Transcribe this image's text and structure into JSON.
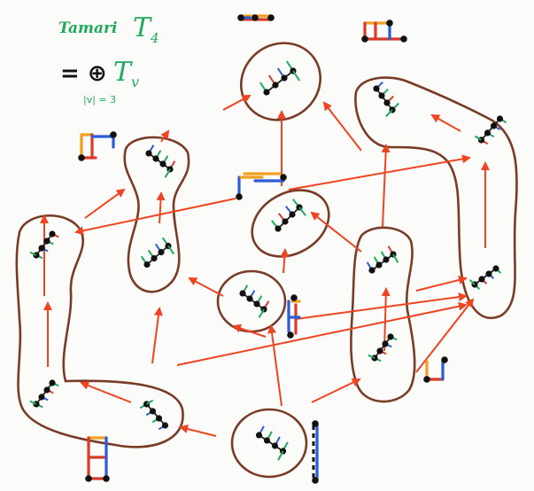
{
  "header": {
    "title": "Tamari",
    "symbol": "T",
    "symbol_index": "4"
  },
  "formula": {
    "equals": "=",
    "oplus": "⊕",
    "symbol": "T",
    "subscript": "v",
    "condition": "|v| = 3"
  },
  "colors": {
    "background": "#fbfbf9",
    "blob": "#7a3b26",
    "arrow": "#ee4422",
    "edge_green": "#1faa5a",
    "edge_blue": "#2b5bd6",
    "edge_red": "#d83a2a",
    "edge_orange": "#f0a020",
    "node": "#111111",
    "text_green": "#1faa5a"
  }
}
